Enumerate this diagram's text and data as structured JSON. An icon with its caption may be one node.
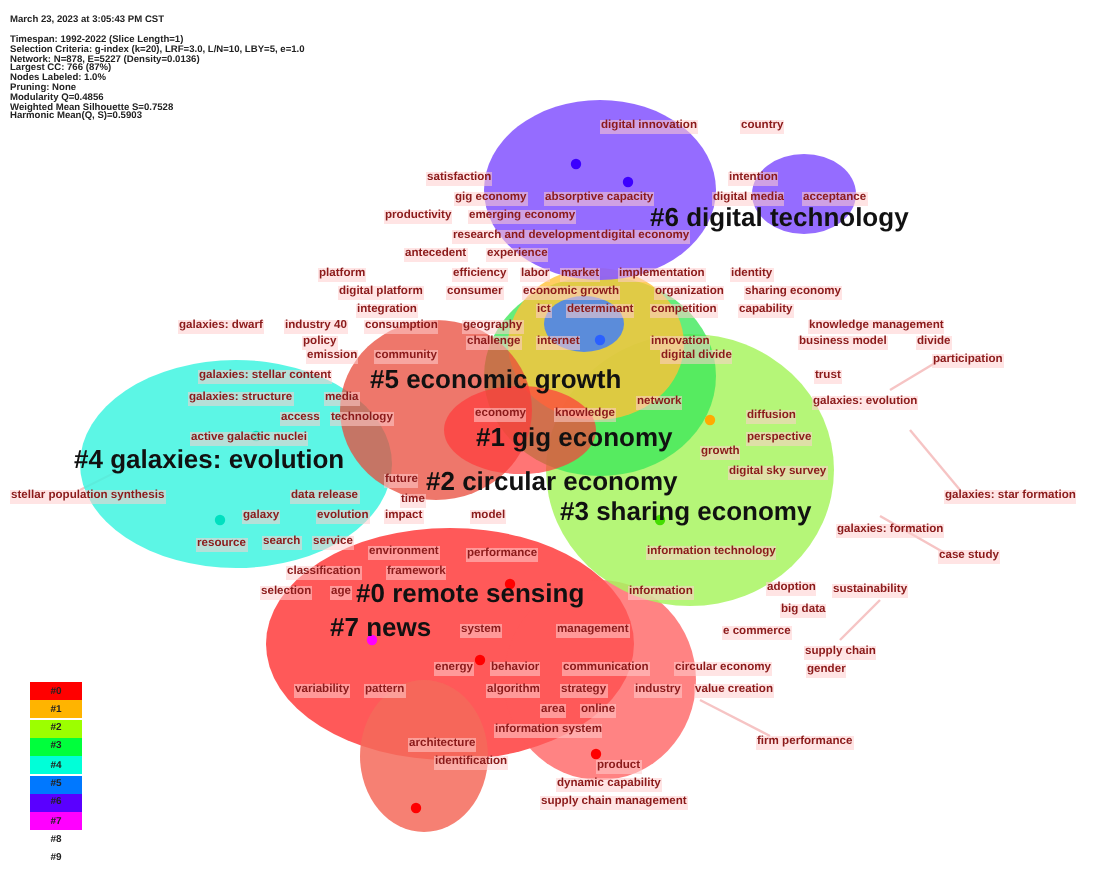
{
  "diagram": {
    "labels": [
      "March 23, 2023 at 3:05:43 PM CST",
      "Timespan: 1992-2022 (Slice Length=1)",
      "Selection Criteria: g-index (k=20), LRF=3.0, L/N=10, LBY=5, e=1.0",
      "Network: N=878, E=5227 (Density=0.0136)",
      "Largest CC: 766 (87%)",
      "Nodes Labeled: 1.0%",
      "Pruning: None",
      "Modularity Q=0.4856",
      "Weighted Mean Silhouette S=0.7528",
      "Harmonic Mean(Q, S)=0.5903",
      "digital innovation",
      "country",
      "satisfaction",
      "intention",
      "gig economy",
      "absorptive capacity",
      "digital media",
      "acceptance",
      "productivity",
      "emerging economy",
      "research and development",
      "digital economy",
      "antecedent",
      "experience",
      "platform",
      "efficiency",
      "labor",
      "market",
      "implementation",
      "identity",
      "digital platform",
      "consumer",
      "economic growth",
      "organization",
      "sharing economy",
      "integration",
      "ict",
      "determinant",
      "competition",
      "capability",
      "galaxies: dwarf",
      "industry 40",
      "consumption",
      "geography",
      "knowledge management",
      "policy",
      "challenge",
      "internet",
      "innovation",
      "business model",
      "divide",
      "emission",
      "community",
      "digital divide",
      "participation",
      "galaxies: stellar content",
      "trust",
      "galaxies: structure",
      "media",
      "network",
      "galaxies: evolution",
      "access",
      "technology",
      "economy",
      "knowledge",
      "diffusion",
      "active galactic nuclei",
      "perspective",
      "growth",
      "future",
      "digital sky survey",
      "stellar population synthesis",
      "data release",
      "time",
      "galaxies: star formation",
      "galaxy",
      "evolution",
      "impact",
      "model",
      "galaxies: formation",
      "resource",
      "search",
      "service",
      "environment",
      "performance",
      "information technology",
      "case study",
      "classification",
      "framework",
      "selection",
      "age",
      "information",
      "adoption",
      "sustainability",
      "big data",
      "system",
      "management",
      "e commerce",
      "supply chain",
      "energy",
      "behavior",
      "communication",
      "circular economy",
      "gender",
      "variability",
      "pattern",
      "algorithm",
      "strategy",
      "industry",
      "value creation",
      "area",
      "online",
      "information system",
      "architecture",
      "firm performance",
      "identification",
      "product",
      "dynamic capability",
      "supply chain management",
      "#6 digital technology",
      "#5 economic growth",
      "#1 gig economy",
      "#4 galaxies: evolution",
      "#2 circular economy",
      "#3 sharing economy",
      "#0 remote sensing",
      "#7 news"
    ],
    "legend": [
      {
        "text": "#0",
        "color": "#ff0000"
      },
      {
        "text": "#1",
        "color": "#ffb400"
      },
      {
        "text": "#2",
        "color": "#9cff00"
      },
      {
        "text": "#3",
        "color": "#00ff3c"
      },
      {
        "text": "#4",
        "color": "#00ffd8"
      },
      {
        "text": "#5",
        "color": "#0078ff"
      },
      {
        "text": "#6",
        "color": "#5a00ff"
      },
      {
        "text": "#7",
        "color": "#ff00ff"
      },
      {
        "text": "#8"
      },
      {
        "text": "#9"
      }
    ]
  }
}
